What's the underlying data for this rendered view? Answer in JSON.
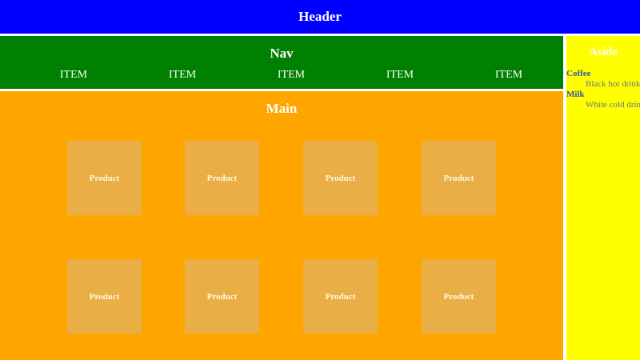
{
  "header": {
    "title": "Header"
  },
  "nav": {
    "title": "Nav",
    "items": [
      "ITEM",
      "ITEM",
      "ITEM",
      "ITEM",
      "ITEM"
    ]
  },
  "main": {
    "title": "Main",
    "products": [
      "Product",
      "Product",
      "Product",
      "Product",
      "Product",
      "Product",
      "Product",
      "Product"
    ]
  },
  "aside": {
    "title": "Aside",
    "terms": [
      {
        "term": "Coffee",
        "desc": "Black hot drink"
      },
      {
        "term": "Milk",
        "desc": "White cold drink"
      }
    ]
  },
  "colors": {
    "header": "#0000ff",
    "nav": "#008000",
    "main": "#ffa500",
    "aside": "#ffff00",
    "product": "#e9ae45"
  }
}
